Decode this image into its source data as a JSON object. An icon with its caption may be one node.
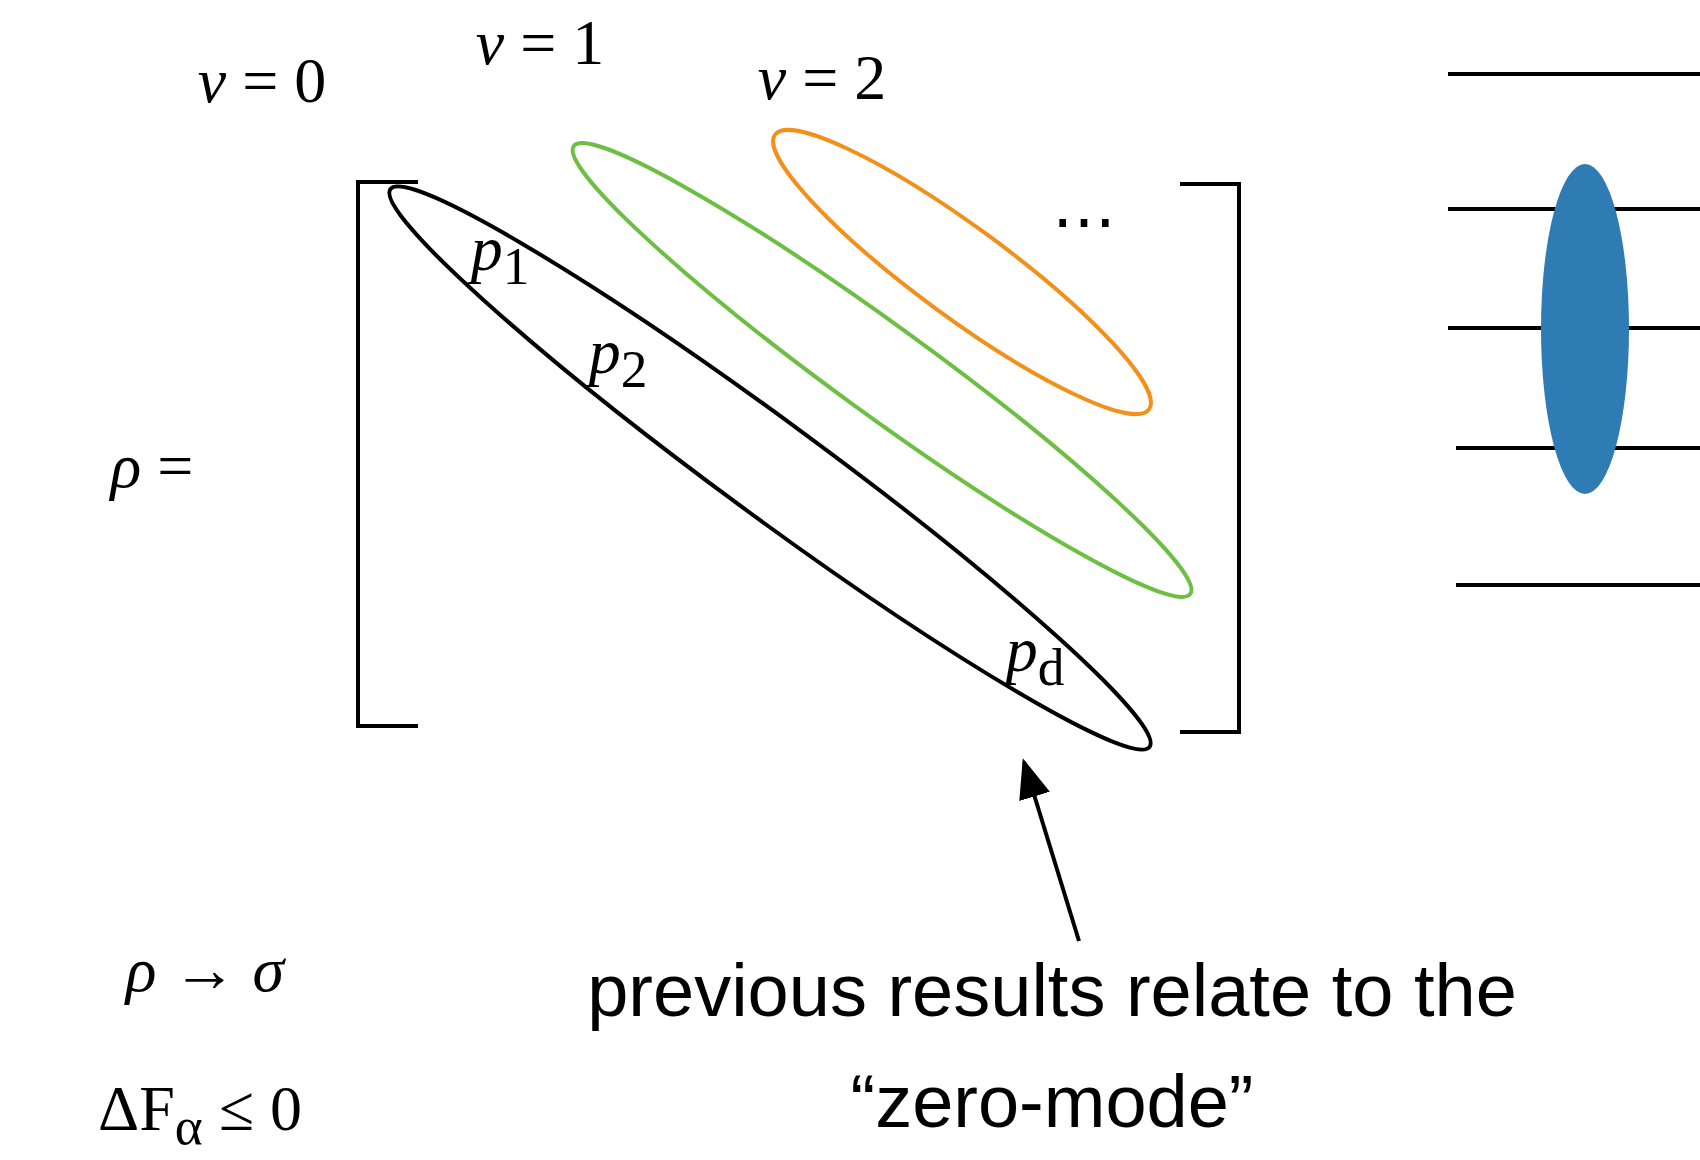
{
  "diagram": {
    "nodes": [
      {
        "text": [
          "previous results relate to the “zero-mode”"
        ]
      },
      {
        "text": [],
        "shape": "ellipse"
      }
    ],
    "edges": [
      {
        "from": 0,
        "to": 1,
        "arrow": "to"
      }
    ],
    "labels": [
      "*ν* = 0",
      "*ν* = 1",
      "*ν* = 2",
      "*ρ* =",
      "*p*$_{1}$",
      "*p*$_{2}$",
      "⋯",
      "*p*$_{d}$",
      "*ρ* → *σ*",
      "ΔF$_{α}$ ≤ 0"
    ]
  }
}
